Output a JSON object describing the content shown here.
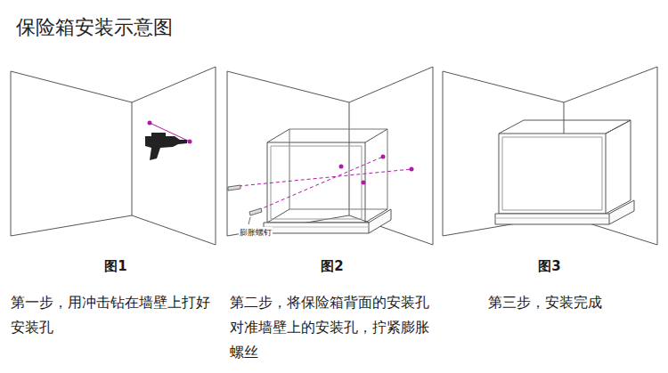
{
  "diagram": {
    "title": "保险箱安装示意图",
    "labels": [
      "膨胀螺钉",
      "图1",
      "图2",
      "图3",
      "第一步，用冲击钻在墙壁上打好安装孔",
      "第二步，将保险箱背面的安装孔对准墙壁上的安装孔，拧紧膨胀螺丝",
      "第三步，安装完成"
    ]
  }
}
